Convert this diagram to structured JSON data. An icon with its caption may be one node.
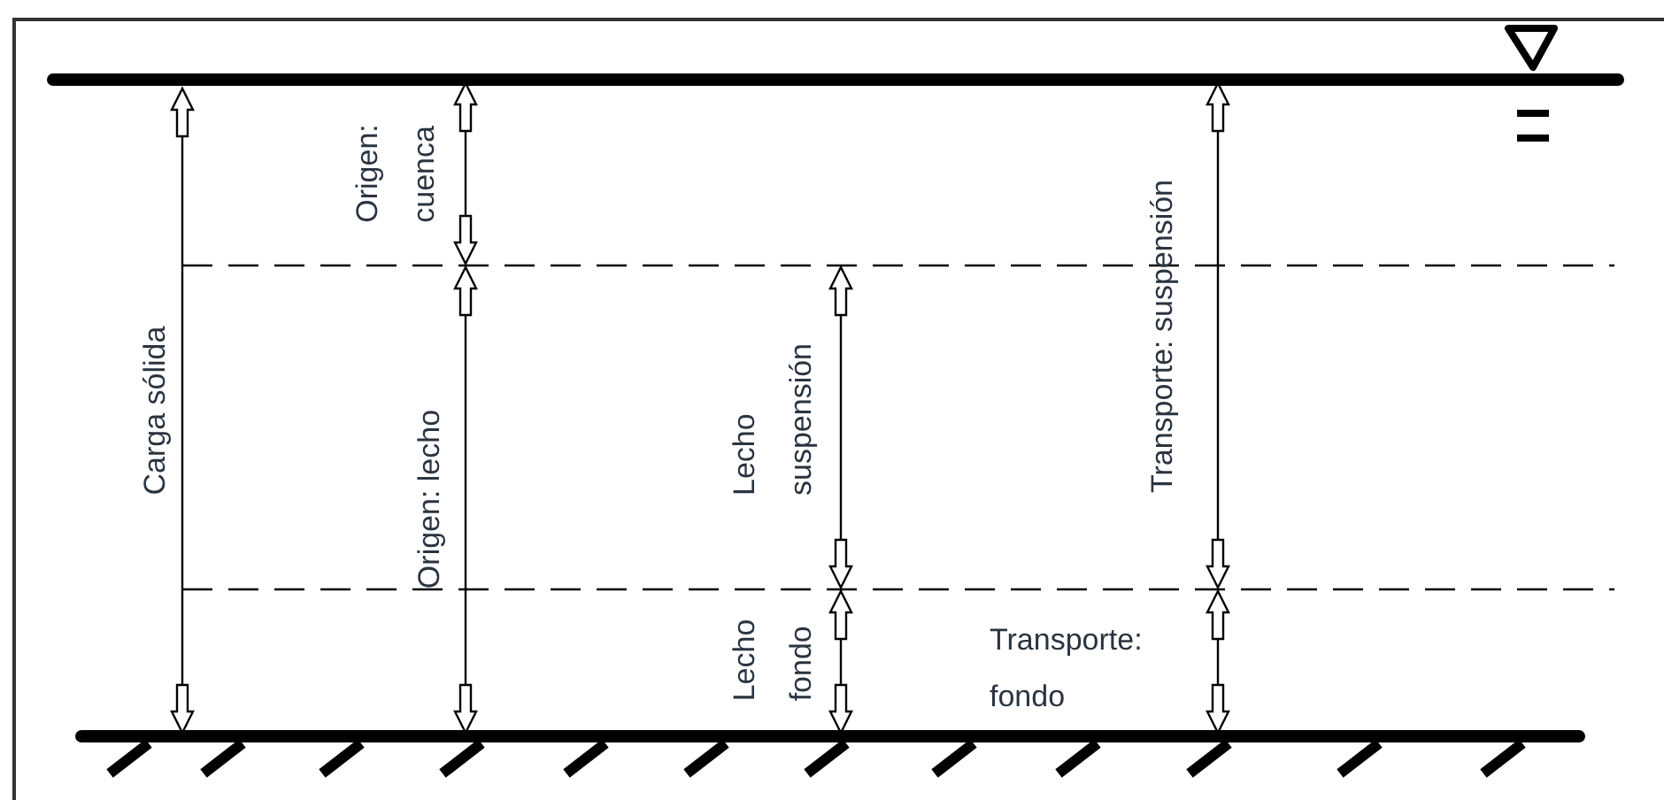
{
  "diagram": {
    "labels": [
      "Carga sólida",
      "Origen: cuenca",
      "Origen: lecho",
      "Lecho suspensión",
      "Lecho fondo",
      "Transporte: suspensión",
      "Transporte: fondo"
    ]
  }
}
